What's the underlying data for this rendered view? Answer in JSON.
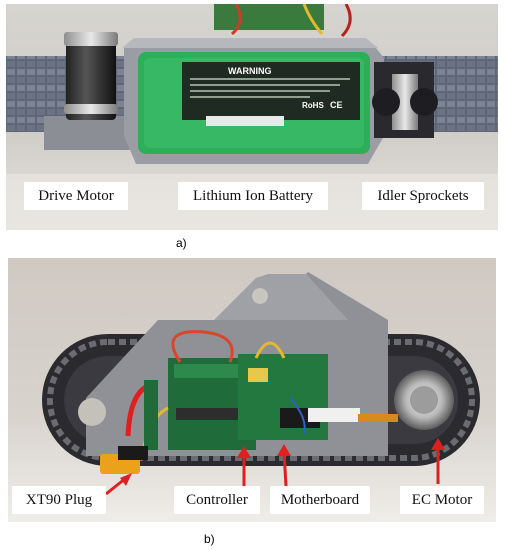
{
  "figure": {
    "panel_a": {
      "caption": "a)",
      "labels": {
        "drive_motor": "Drive Motor",
        "battery": "Lithium Ion Battery",
        "idler": "Idler Sprockets"
      },
      "battery_text": {
        "warning": "WARNING",
        "rohs": "RoHS",
        "ce": "CE"
      }
    },
    "panel_b": {
      "caption": "b)",
      "labels": {
        "xt90": "XT90 Plug",
        "controller": "Controller",
        "motherboard": "Motherboard",
        "ec_motor": "EC Motor"
      }
    }
  },
  "colors": {
    "arrow_red": "#e02020",
    "battery_green": "#2fae5a",
    "track_gray": "#6e7585",
    "housing_gray": "#9a9ca3"
  }
}
